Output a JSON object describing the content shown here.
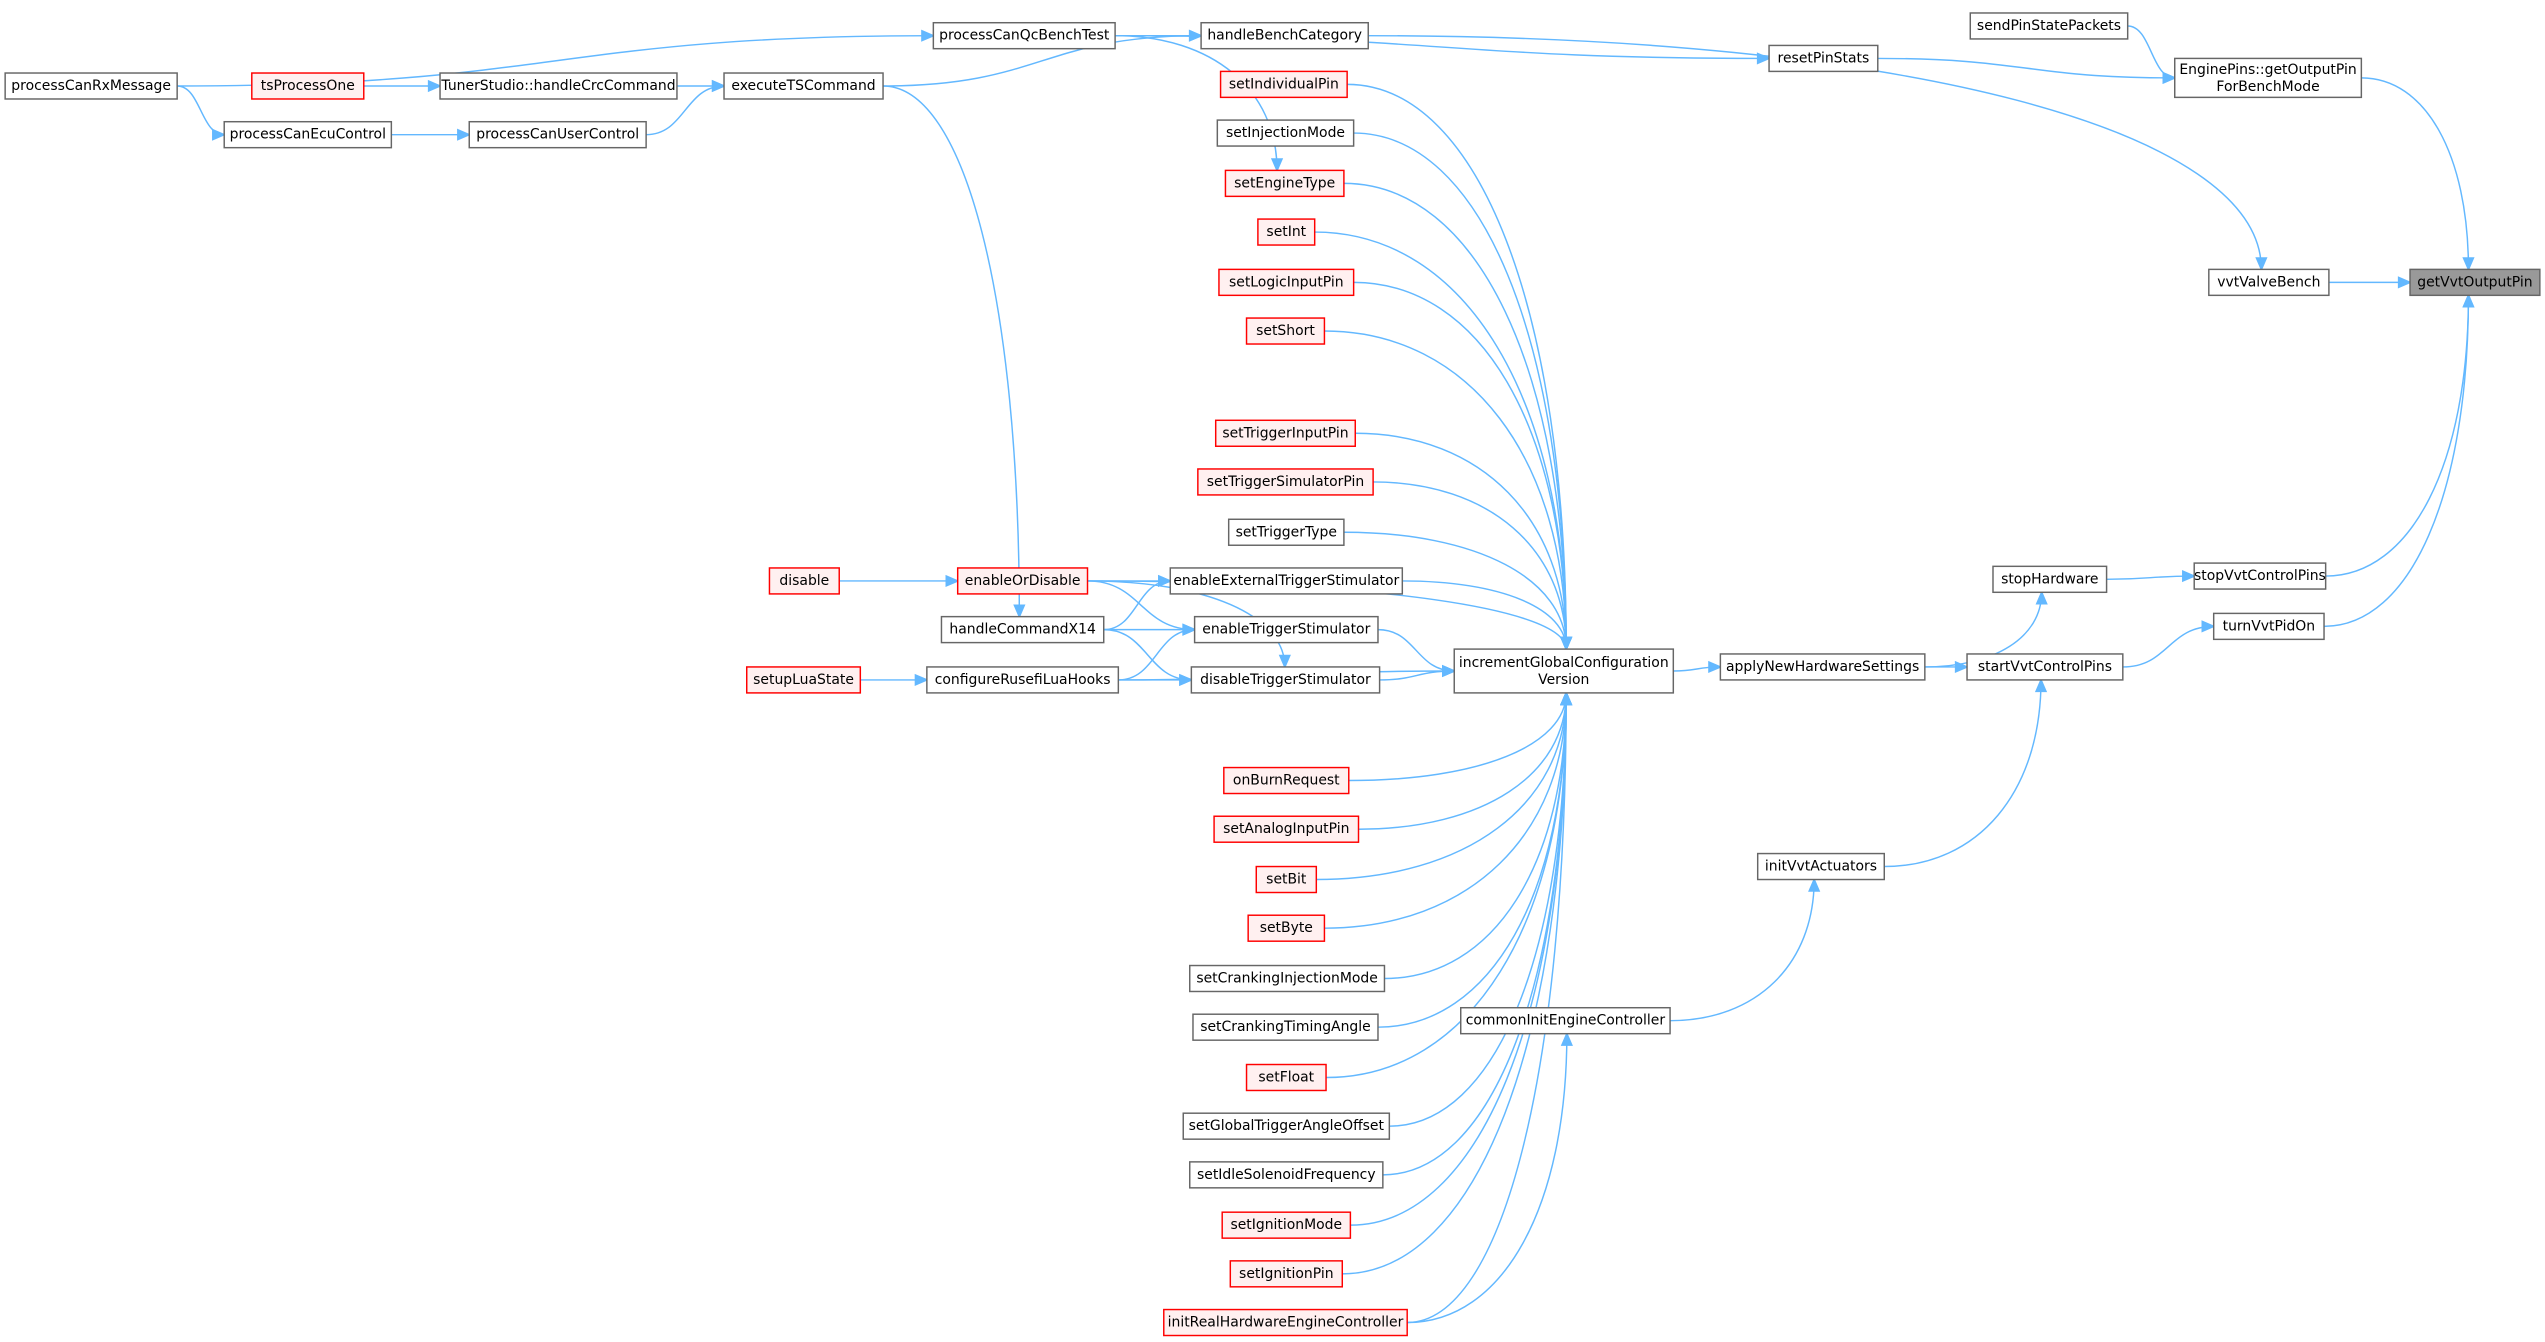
{
  "graph": {
    "focus_node": "getVvtOutputPin",
    "colors": {
      "edge": "#63b8ff",
      "node_border": "#666666",
      "red_border": "#ff0000",
      "red_fill": "#fff0f0",
      "focus_fill": "#999999"
    },
    "nodes": {
      "processCanRxMessage": {
        "label": "processCanRxMessage",
        "style": "normal"
      },
      "tsProcessOne": {
        "label": "tsProcessOne",
        "style": "red"
      },
      "handleCrcCommand": {
        "label": "TunerStudio::handleCrcCommand",
        "style": "normal"
      },
      "executeTSCommand": {
        "label": "executeTSCommand",
        "style": "normal"
      },
      "processCanEcuControl": {
        "label": "processCanEcuControl",
        "style": "normal"
      },
      "processCanUserControl": {
        "label": "processCanUserControl",
        "style": "normal"
      },
      "processCanQcBenchTest": {
        "label": "processCanQcBenchTest",
        "style": "normal"
      },
      "handleBenchCategory": {
        "label": "handleBenchCategory",
        "style": "normal"
      },
      "resetPinStats": {
        "label": "resetPinStats",
        "style": "normal"
      },
      "sendPinStatePackets": {
        "label": "sendPinStatePackets",
        "style": "normal"
      },
      "getOutputPinForBenchMode": {
        "label": "EnginePins::getOutputPin",
        "label2": "ForBenchMode",
        "style": "normal"
      },
      "getVvtOutputPin": {
        "label": "getVvtOutputPin",
        "style": "current"
      },
      "vvtValveBench": {
        "label": "vvtValveBench",
        "style": "normal"
      },
      "setIndividualPin": {
        "label": "setIndividualPin",
        "style": "red"
      },
      "setInjectionMode": {
        "label": "setInjectionMode",
        "style": "normal"
      },
      "setEngineType": {
        "label": "setEngineType",
        "style": "red"
      },
      "setInt": {
        "label": "setInt",
        "style": "red"
      },
      "setLogicInputPin": {
        "label": "setLogicInputPin",
        "style": "red"
      },
      "setShort": {
        "label": "setShort",
        "style": "red"
      },
      "setTriggerInputPin": {
        "label": "setTriggerInputPin",
        "style": "red"
      },
      "setTriggerSimulatorPin": {
        "label": "setTriggerSimulatorPin",
        "style": "red"
      },
      "setTriggerType": {
        "label": "setTriggerType",
        "style": "normal"
      },
      "enableExternalTriggerStimulator": {
        "label": "enableExternalTriggerStimulator",
        "style": "normal"
      },
      "enableTriggerStimulator": {
        "label": "enableTriggerStimulator",
        "style": "normal"
      },
      "disableTriggerStimulator": {
        "label": "disableTriggerStimulator",
        "style": "normal"
      },
      "incrementGlobalConfigurationVersion": {
        "label": "incrementGlobalConfiguration",
        "label2": "Version",
        "style": "normal"
      },
      "onBurnRequest": {
        "label": "onBurnRequest",
        "style": "red"
      },
      "setAnalogInputPin": {
        "label": "setAnalogInputPin",
        "style": "red"
      },
      "setBit": {
        "label": "setBit",
        "style": "red"
      },
      "setByte": {
        "label": "setByte",
        "style": "red"
      },
      "setCrankingInjectionMode": {
        "label": "setCrankingInjectionMode",
        "style": "normal"
      },
      "setCrankingTimingAngle": {
        "label": "setCrankingTimingAngle",
        "style": "normal"
      },
      "setFloat": {
        "label": "setFloat",
        "style": "red"
      },
      "setGlobalTriggerAngleOffset": {
        "label": "setGlobalTriggerAngleOffset",
        "style": "normal"
      },
      "setIdleSolenoidFrequency": {
        "label": "setIdleSolenoidFrequency",
        "style": "normal"
      },
      "setIgnitionMode": {
        "label": "setIgnitionMode",
        "style": "red"
      },
      "setIgnitionPin": {
        "label": "setIgnitionPin",
        "style": "red"
      },
      "initRealHardwareEngineController": {
        "label": "initRealHardwareEngineController",
        "style": "red"
      },
      "enableOrDisable": {
        "label": "enableOrDisable",
        "style": "red"
      },
      "disable": {
        "label": "disable",
        "style": "red"
      },
      "handleCommandX14": {
        "label": "handleCommandX14",
        "style": "normal"
      },
      "configureRusefiLuaHooks": {
        "label": "configureRusefiLuaHooks",
        "style": "normal"
      },
      "setupLuaState": {
        "label": "setupLuaState",
        "style": "red"
      },
      "applyNewHardwareSettings": {
        "label": "applyNewHardwareSettings",
        "style": "normal"
      },
      "stopHardware": {
        "label": "stopHardware",
        "style": "normal"
      },
      "stopVvtControlPins": {
        "label": "stopVvtControlPins",
        "style": "normal"
      },
      "turnVvtPidOn": {
        "label": "turnVvtPidOn",
        "style": "normal"
      },
      "startVvtControlPins": {
        "label": "startVvtControlPins",
        "style": "normal"
      },
      "initVvtActuators": {
        "label": "initVvtActuators",
        "style": "normal"
      },
      "commonInitEngineController": {
        "label": "commonInitEngineController",
        "style": "normal"
      }
    },
    "edges": [
      [
        "processCanRxMessage",
        "processCanQcBenchTest"
      ],
      [
        "processCanRxMessage",
        "processCanEcuControl"
      ],
      [
        "processCanEcuControl",
        "processCanUserControl"
      ],
      [
        "processCanUserControl",
        "executeTSCommand"
      ],
      [
        "tsProcessOne",
        "handleCrcCommand"
      ],
      [
        "handleCrcCommand",
        "executeTSCommand"
      ],
      [
        "executeTSCommand",
        "handleBenchCategory"
      ],
      [
        "executeTSCommand",
        "handleCommandX14"
      ],
      [
        "processCanQcBenchTest",
        "handleBenchCategory"
      ],
      [
        "processCanQcBenchTest",
        "resetPinStats"
      ],
      [
        "processCanQcBenchTest",
        "setEngineType"
      ],
      [
        "handleBenchCategory",
        "vvtValveBench"
      ],
      [
        "resetPinStats",
        "getOutputPinForBenchMode"
      ],
      [
        "sendPinStatePackets",
        "getOutputPinForBenchMode"
      ],
      [
        "getOutputPinForBenchMode",
        "getVvtOutputPin"
      ],
      [
        "vvtValveBench",
        "getVvtOutputPin"
      ],
      [
        "stopVvtControlPins",
        "getVvtOutputPin"
      ],
      [
        "turnVvtPidOn",
        "getVvtOutputPin"
      ],
      [
        "stopHardware",
        "stopVvtControlPins"
      ],
      [
        "startVvtControlPins",
        "turnVvtPidOn"
      ],
      [
        "applyNewHardwareSettings",
        "stopHardware"
      ],
      [
        "applyNewHardwareSettings",
        "startVvtControlPins"
      ],
      [
        "initVvtActuators",
        "startVvtControlPins"
      ],
      [
        "commonInitEngineController",
        "initVvtActuators"
      ],
      [
        "initRealHardwareEngineController",
        "commonInitEngineController"
      ],
      [
        "incrementGlobalConfigurationVersion",
        "applyNewHardwareSettings"
      ],
      [
        "setIndividualPin",
        "incrementGlobalConfigurationVersion"
      ],
      [
        "setInjectionMode",
        "incrementGlobalConfigurationVersion"
      ],
      [
        "setEngineType",
        "incrementGlobalConfigurationVersion"
      ],
      [
        "setInt",
        "incrementGlobalConfigurationVersion"
      ],
      [
        "setLogicInputPin",
        "incrementGlobalConfigurationVersion"
      ],
      [
        "setShort",
        "incrementGlobalConfigurationVersion"
      ],
      [
        "enableOrDisable",
        "incrementGlobalConfigurationVersion"
      ],
      [
        "setTriggerInputPin",
        "incrementGlobalConfigurationVersion"
      ],
      [
        "setTriggerSimulatorPin",
        "incrementGlobalConfigurationVersion"
      ],
      [
        "setTriggerType",
        "incrementGlobalConfigurationVersion"
      ],
      [
        "enableExternalTriggerStimulator",
        "incrementGlobalConfigurationVersion"
      ],
      [
        "enableTriggerStimulator",
        "incrementGlobalConfigurationVersion"
      ],
      [
        "disableTriggerStimulator",
        "incrementGlobalConfigurationVersion"
      ],
      [
        "configureRusefiLuaHooks",
        "incrementGlobalConfigurationVersion"
      ],
      [
        "onBurnRequest",
        "incrementGlobalConfigurationVersion"
      ],
      [
        "setAnalogInputPin",
        "incrementGlobalConfigurationVersion"
      ],
      [
        "setBit",
        "incrementGlobalConfigurationVersion"
      ],
      [
        "setByte",
        "incrementGlobalConfigurationVersion"
      ],
      [
        "setCrankingInjectionMode",
        "incrementGlobalConfigurationVersion"
      ],
      [
        "setCrankingTimingAngle",
        "incrementGlobalConfigurationVersion"
      ],
      [
        "setFloat",
        "incrementGlobalConfigurationVersion"
      ],
      [
        "setGlobalTriggerAngleOffset",
        "incrementGlobalConfigurationVersion"
      ],
      [
        "setIdleSolenoidFrequency",
        "incrementGlobalConfigurationVersion"
      ],
      [
        "setIgnitionMode",
        "incrementGlobalConfigurationVersion"
      ],
      [
        "setIgnitionPin",
        "incrementGlobalConfigurationVersion"
      ],
      [
        "initRealHardwareEngineController",
        "incrementGlobalConfigurationVersion"
      ],
      [
        "disable",
        "enableOrDisable"
      ],
      [
        "enableOrDisable",
        "enableExternalTriggerStimulator"
      ],
      [
        "enableOrDisable",
        "enableTriggerStimulator"
      ],
      [
        "enableOrDisable",
        "disableTriggerStimulator"
      ],
      [
        "handleCommandX14",
        "enableExternalTriggerStimulator"
      ],
      [
        "handleCommandX14",
        "enableTriggerStimulator"
      ],
      [
        "handleCommandX14",
        "disableTriggerStimulator"
      ],
      [
        "configureRusefiLuaHooks",
        "enableTriggerStimulator"
      ],
      [
        "configureRusefiLuaHooks",
        "disableTriggerStimulator"
      ],
      [
        "setupLuaState",
        "configureRusefiLuaHooks"
      ]
    ]
  }
}
